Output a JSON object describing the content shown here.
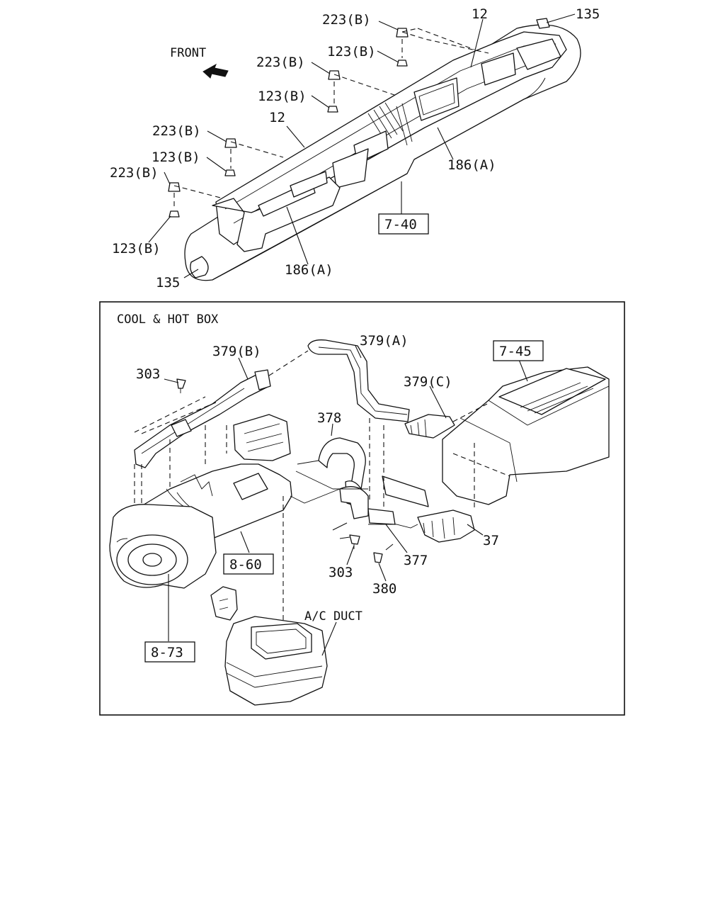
{
  "orientation": {
    "front_label": "FRONT"
  },
  "section_title": "COOL & HOT BOX",
  "top_assembly": {
    "labels": {
      "nut_1": "223(B)",
      "nut_2": "223(B)",
      "nut_3": "223(B)",
      "nut_4": "223(B)",
      "clip_1": "123(B)",
      "clip_2": "123(B)",
      "clip_3": "123(B)",
      "clip_4": "123(B)",
      "duct_top": "12",
      "duct_mid": "12",
      "cap_top": "135",
      "cap_bottom": "135",
      "outlet_right": "186(A)",
      "outlet_left": "186(A)"
    },
    "ref_box": "7-40"
  },
  "cool_hot_box": {
    "labels": {
      "duct_b": "379(B)",
      "duct_a": "379(A)",
      "duct_c": "379(C)",
      "hose": "378",
      "screw_left": "303",
      "screw_mid": "303",
      "bracket": "377",
      "clip": "380",
      "connector": "37",
      "ac_duct": "A/C DUCT"
    },
    "ref_boxes": {
      "console": "7-45",
      "heater": "8-60",
      "blower": "8-73"
    }
  }
}
